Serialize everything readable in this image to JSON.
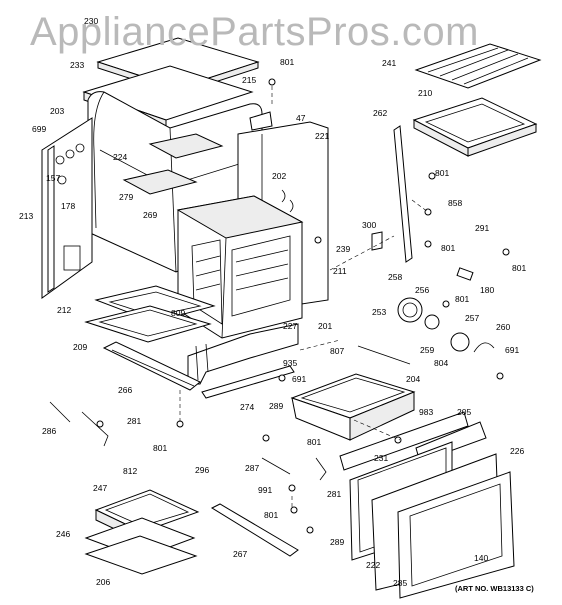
{
  "watermark": "AppliancePartsPros.com",
  "art_number": "(ART NO. WB13133 C)",
  "callouts": {
    "c230": "230",
    "c233": "233",
    "c215": "215",
    "c801a": "801",
    "c203": "203",
    "c699": "699",
    "c47": "47",
    "c221": "221",
    "c224": "224",
    "c157": "157",
    "c279": "279",
    "c202": "202",
    "c178": "178",
    "c269": "269",
    "c213": "213",
    "c239": "239",
    "c211": "211",
    "c212": "212",
    "c809": "809",
    "c227": "227",
    "c201": "201",
    "c209": "209",
    "c935": "935",
    "c807": "807",
    "c691a": "691",
    "c266": "266",
    "c274": "274",
    "c286": "286",
    "c281a": "281",
    "c801b": "801",
    "c296": "296",
    "c812": "812",
    "c289a": "289",
    "c801c": "801",
    "c287": "287",
    "c281b": "281",
    "c991": "991",
    "c247": "247",
    "c246": "246",
    "c206": "206",
    "c801d": "801",
    "c267": "267",
    "c289b": "289",
    "c241": "241",
    "c210": "210",
    "c262": "262",
    "c801e": "801",
    "c858": "858",
    "c300": "300",
    "c801f": "801",
    "c291": "291",
    "c801g": "801",
    "c180": "180",
    "c258": "258",
    "c256": "256",
    "c801h": "801",
    "c253": "253",
    "c257": "257",
    "c260": "260",
    "c259": "259",
    "c804": "804",
    "c691b": "691",
    "c204": "204",
    "c983": "983",
    "c205": "205",
    "c226": "226",
    "c231": "231",
    "c222": "222",
    "c285": "285",
    "c140": "140"
  }
}
